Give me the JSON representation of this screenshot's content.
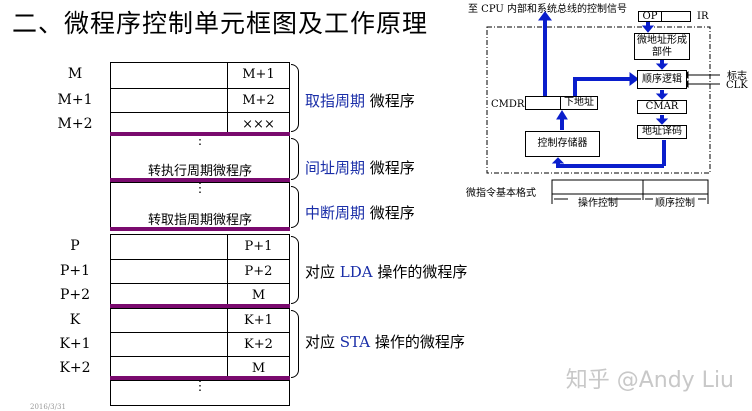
{
  "title": "二、微程序控制单元框图及工作原理",
  "rows": [
    {
      "addr": "M",
      "next": "M+1"
    },
    {
      "addr": "M+1",
      "next": "M+2"
    },
    {
      "addr": "M+2",
      "next": "×××"
    },
    {
      "addr": "P",
      "next": "P+1"
    },
    {
      "addr": "P+1",
      "next": "P+2"
    },
    {
      "addr": "P+2",
      "next": "M"
    },
    {
      "addr": "K",
      "next": "K+1"
    },
    {
      "addr": "K+1",
      "next": "K+2"
    },
    {
      "addr": "K+2",
      "next": "M"
    }
  ],
  "blocks": {
    "dots": "⋮",
    "exec": "转执行周期微程序",
    "fetch": "转取指周期微程序"
  },
  "labels": {
    "fetch_key": "取指周期",
    "fetch_rest": " 微程序",
    "indirect_key": "间址周期",
    "indirect_rest": " 微程序",
    "interrupt_key": "中断周期",
    "interrupt_rest": " 微程序",
    "lda_pre": "对应 ",
    "lda_key": "LDA",
    "lda_post": " 操作的微程序",
    "sta_pre": "对应 ",
    "sta_key": "STA",
    "sta_post": " 操作的微程序"
  },
  "diagram": {
    "top_label": "至 CPU 内部和系统总线的控制信号",
    "op": "OP",
    "ir": "IR",
    "micro_addr": "微地址形成部件",
    "seq_logic": "顺序逻辑",
    "flag": "标志",
    "clk": "CLK",
    "cmdr": "CMDR",
    "next_addr": "下地址",
    "cmar": "CMAR",
    "decoder": "地址译码",
    "cm": "控制存储器",
    "format_label": "微指令基本格式",
    "op_ctrl": "操作控制",
    "seq_ctrl": "顺序控制"
  },
  "footer": {
    "date": "2016/3/31"
  },
  "watermark": "知乎 @Andy Liu",
  "colors": {
    "purple": "#7a0a6e",
    "blue": "#1a2ea8",
    "arrow": "#0a1ecc"
  }
}
